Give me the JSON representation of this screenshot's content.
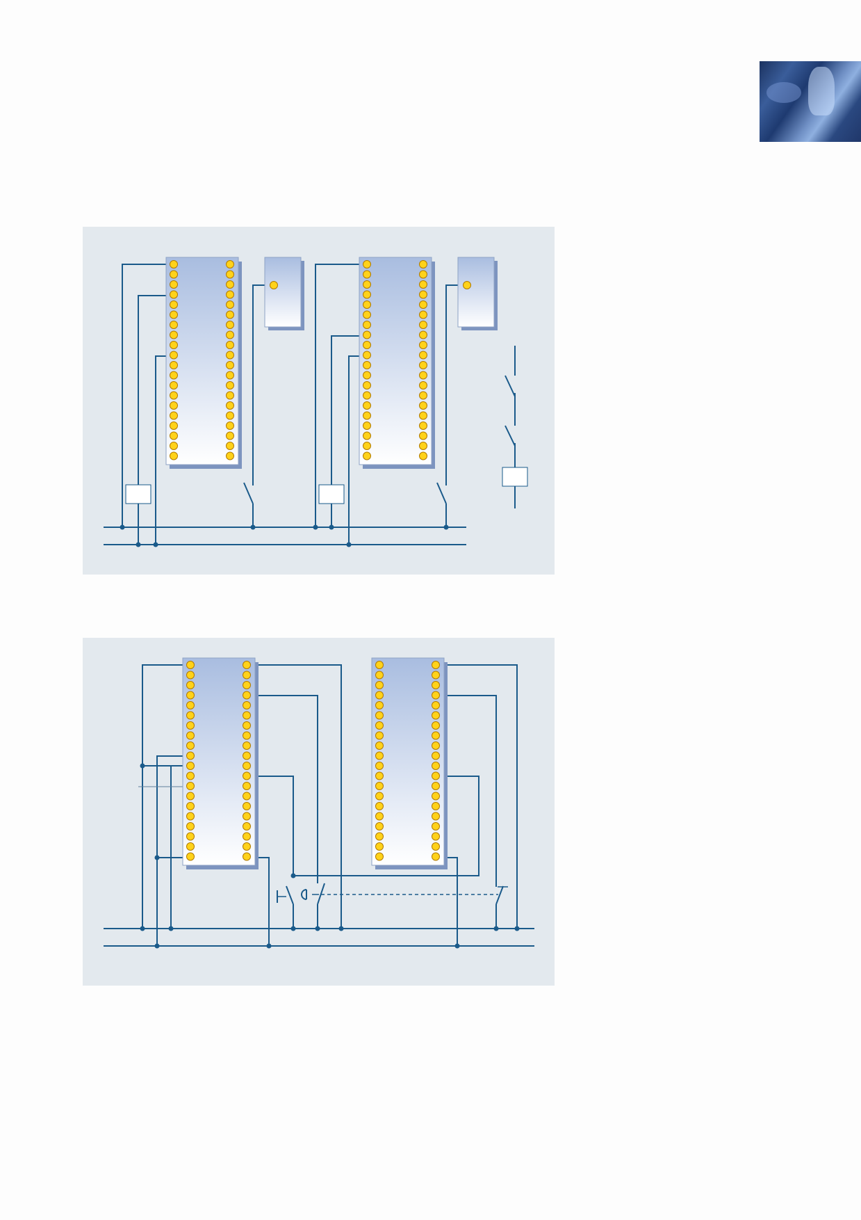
{
  "page": {
    "corner_image": "blue-photo-thumbnail"
  },
  "colors": {
    "wire": "#1a5a8a",
    "terminal_fill": "#ffd21a",
    "terminal_stroke": "#b07a00",
    "module_top": "#a9bde0",
    "module_bottom": "#ffffff",
    "panel_bg": "#e3e9ee"
  },
  "diagrams": [
    {
      "id": "diagram-1",
      "modules": [
        {
          "id": "module-1",
          "terminal_rows": 20,
          "terminal_cols": 2
        },
        {
          "id": "aux-module-1",
          "terminal_rows": 1,
          "terminal_cols": 1
        },
        {
          "id": "module-2",
          "terminal_rows": 20,
          "terminal_cols": 2
        },
        {
          "id": "aux-module-2",
          "terminal_rows": 1,
          "terminal_cols": 1
        }
      ],
      "components": [
        "relay-box",
        "relay-box",
        "relay-box",
        "switch",
        "switch",
        "switch",
        "switch"
      ]
    },
    {
      "id": "diagram-2",
      "modules": [
        {
          "id": "module-1",
          "terminal_rows": 20,
          "terminal_cols": 2
        },
        {
          "id": "module-2",
          "terminal_rows": 20,
          "terminal_cols": 2
        }
      ],
      "components": [
        "push-button",
        "emergency-stop",
        "switch"
      ]
    }
  ]
}
